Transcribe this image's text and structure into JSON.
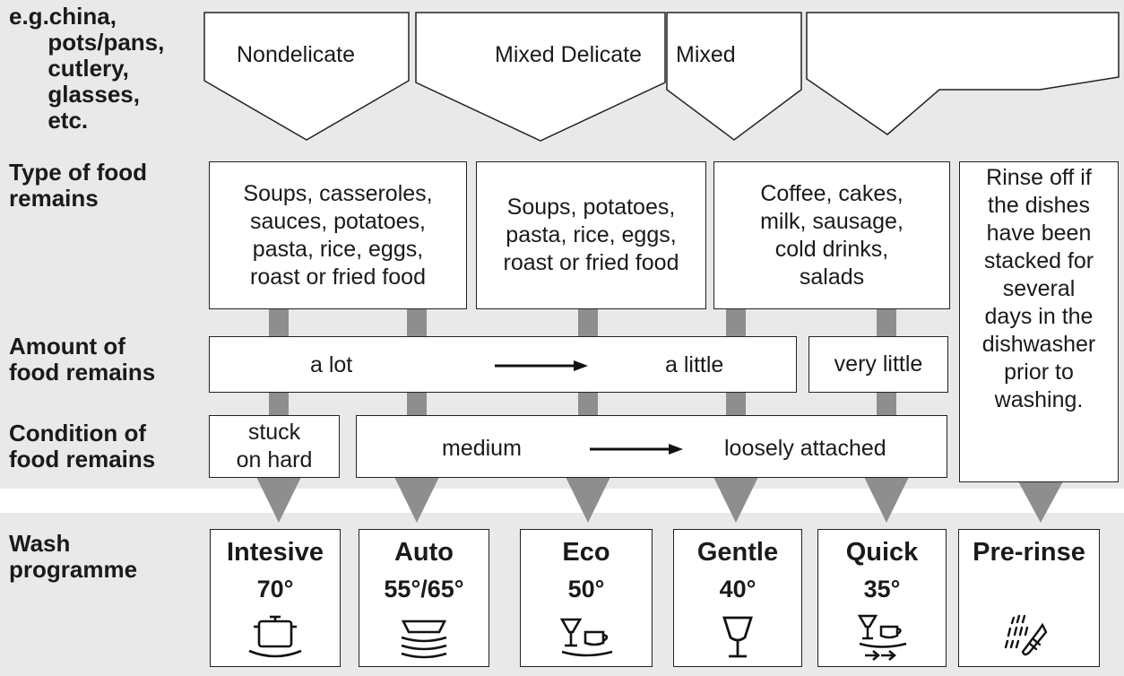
{
  "dish_label": "e.g.china,\n      pots/pans,\n      cutlery,\n      glasses,\n      etc.",
  "dish_categories": [
    "Nondelicate",
    "Mixed Delicate",
    "Mixed",
    ""
  ],
  "rows": {
    "food_type": "Type of food\nremains",
    "amount": "Amount of\nfood remains",
    "condition": "Condition of\nfood remains",
    "programme": "Wash\nprogramme"
  },
  "food_types": [
    "Soups, casseroles,\nsauces, potatoes,\npasta, rice, eggs,\nroast or fried food",
    "Soups, potatoes,\npasta, rice, eggs,\nroast or fried food",
    "Coffee, cakes,\nmilk, sausage,\ncold drinks,\nsalads",
    "Rinse off if\nthe dishes\nhave been\nstacked for\nseveral\ndays in the\ndishwasher\nprior to\nwashing."
  ],
  "amount": {
    "from": "a lot",
    "to": "a little",
    "very_little": "very little"
  },
  "condition": {
    "stuck": "stuck\non hard",
    "from": "medium",
    "to": "loosely attached"
  },
  "programmes": [
    {
      "name": "Intesive",
      "temp": "70°",
      "icon": "pot-icon"
    },
    {
      "name": "Auto",
      "temp": "55°/65°",
      "icon": "stacked-plates-icon"
    },
    {
      "name": "Eco",
      "temp": "50°",
      "icon": "glass-cup-plate-icon"
    },
    {
      "name": "Gentle",
      "temp": "40°",
      "icon": "wine-glass-icon"
    },
    {
      "name": "Quick",
      "temp": "35°",
      "icon": "quick-wash-icon"
    },
    {
      "name": "Pre-rinse",
      "temp": "",
      "icon": "rinse-spray-icon"
    }
  ],
  "colors": {
    "background": "#e9e9e9",
    "connector": "#8e8e8e",
    "border": "#222222"
  }
}
